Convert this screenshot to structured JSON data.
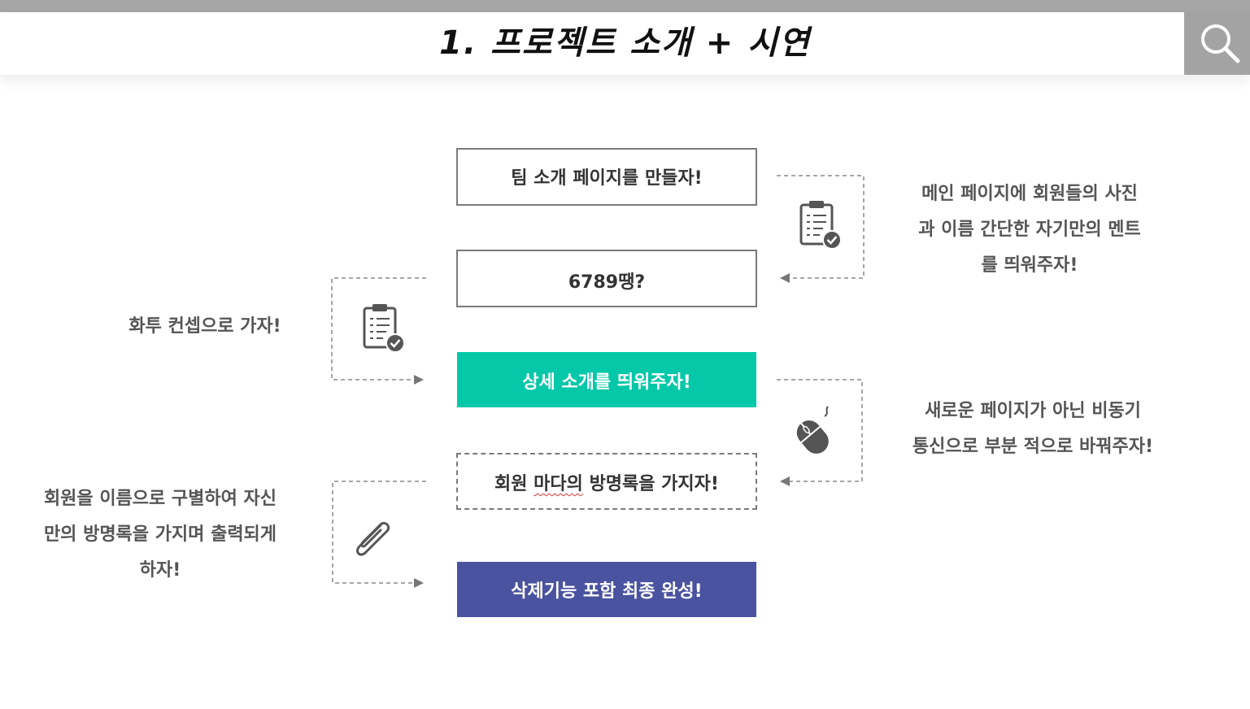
{
  "header": {
    "title": "1.  프로젝트 소개 + 시연",
    "search_icon": "search-icon"
  },
  "colors": {
    "topbar": "#a6a6a6",
    "search_bg": "#a3a3a3",
    "teal": "#05c8a8",
    "navy": "#4a53a0",
    "icon": "#555555"
  },
  "flow": {
    "step1": "팀 소개 페이지를 만들자!",
    "step2": "6789땡?",
    "step3": "상세 소개를 띄워주자!",
    "step4_prefix": "회원 ",
    "step4_squiggle": "마다의",
    "step4_suffix": " 방명록을 가지자!",
    "step5": "삭제기능 포함 최종 완성!"
  },
  "notes": {
    "right1": [
      "메인 페이지에 회원들의 사진",
      "과 이름 간단한 자기만의 멘트",
      "를 띄워주자!"
    ],
    "left1": [
      "화투 컨셉으로 가자!"
    ],
    "right2": [
      "새로운 페이지가 아닌 비동기",
      "통신으로 부분 적으로 바꿔주자!"
    ],
    "left2": [
      "회원을 이름으로 구별하여 자신",
      "만의 방명록을 가지며 출력되게",
      "하자!"
    ]
  },
  "icons": {
    "right1": "clipboard-check-icon",
    "left1": "clipboard-check-icon",
    "right2": "mouse-icon",
    "left2": "paperclip-icon"
  }
}
